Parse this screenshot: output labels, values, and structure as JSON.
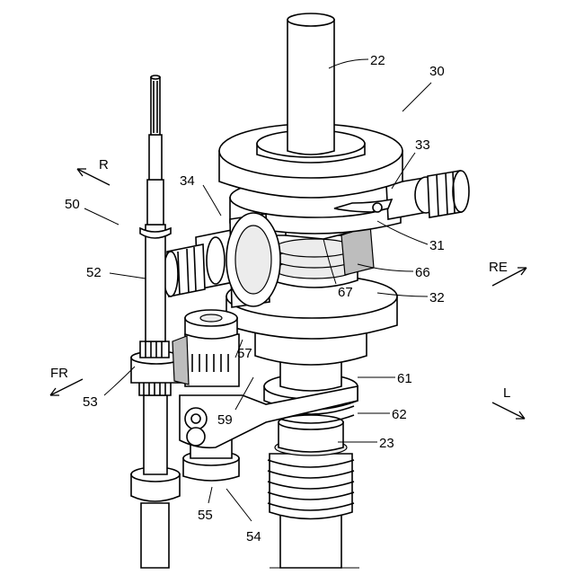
{
  "labels": {
    "l22": "22",
    "l30": "30",
    "l33": "33",
    "l34": "34",
    "l31": "31",
    "l66": "66",
    "l67": "67",
    "l32": "32",
    "l50": "50",
    "l52": "52",
    "l53": "53",
    "l57": "57",
    "l59": "59",
    "l61": "61",
    "l62": "62",
    "l23": "23",
    "l55": "55",
    "l54": "54"
  },
  "directions": {
    "r": "R",
    "re": "RE",
    "fr": "FR",
    "l": "L"
  }
}
